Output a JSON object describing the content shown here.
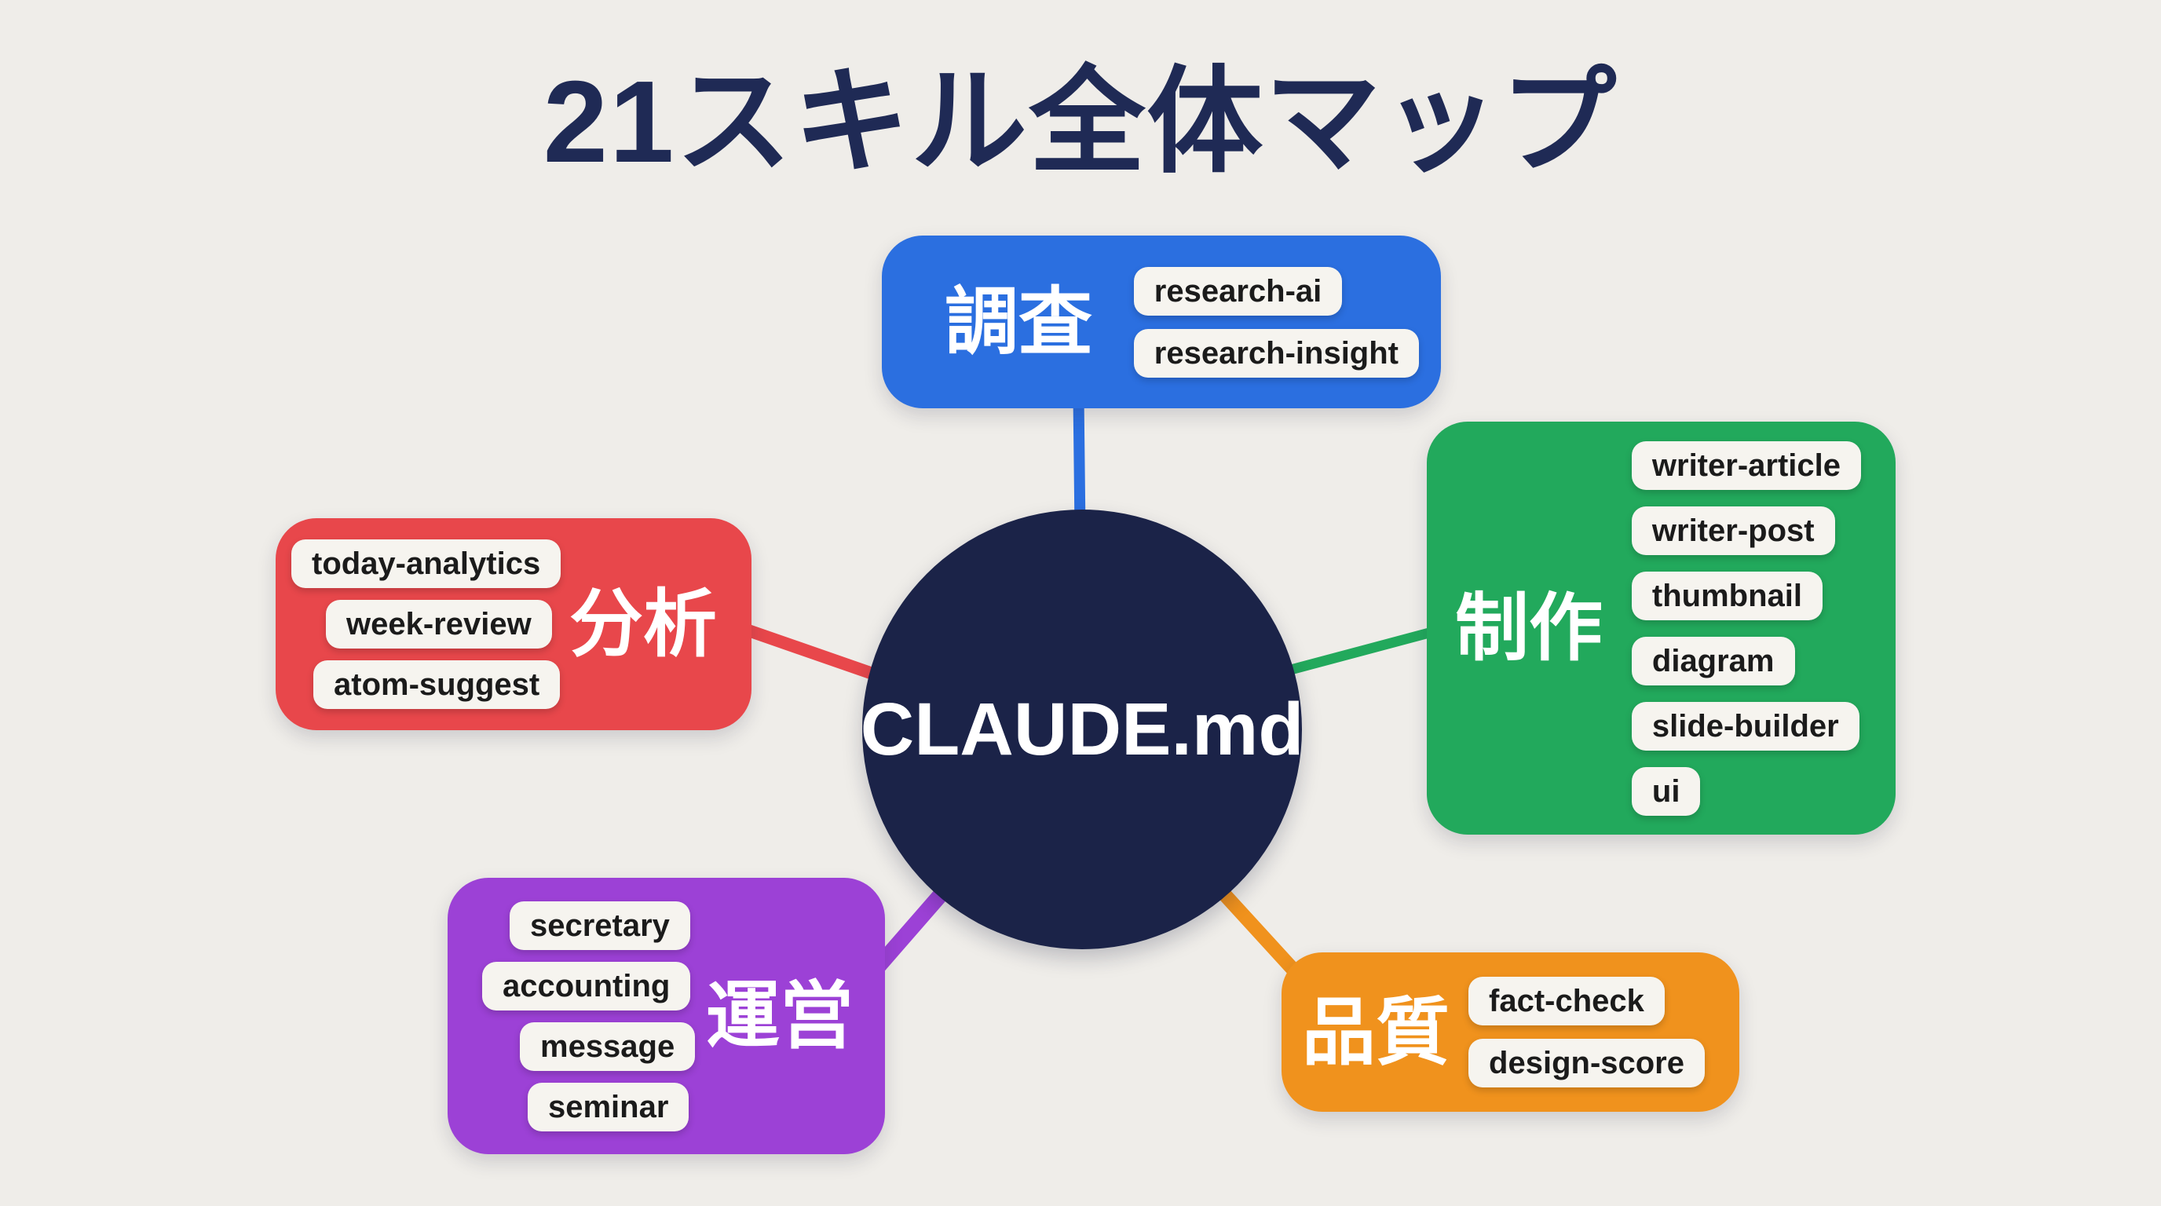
{
  "title": "21スキル全体マップ",
  "center": {
    "label": "CLAUDE.md"
  },
  "palette": {
    "background": "#EFEDE9",
    "title_text": "#1F2A55",
    "center_fill": "#1B2348",
    "center_text": "#FFFFFF",
    "pill_bg": "#F6F4EF",
    "pill_text": "#1B1B1B"
  },
  "groups": [
    {
      "id": "research",
      "label": "調査",
      "color": "#2B6FE0",
      "skills": [
        "research-ai",
        "research-insight"
      ]
    },
    {
      "id": "production",
      "label": "制作",
      "color": "#22A95C",
      "skills": [
        "writer-article",
        "writer-post",
        "thumbnail",
        "diagram",
        "slide-builder",
        "ui"
      ]
    },
    {
      "id": "analysis",
      "label": "分析",
      "color": "#E8474B",
      "skills": [
        "today-analytics",
        "week-review",
        "atom-suggest"
      ]
    },
    {
      "id": "operations",
      "label": "運営",
      "color": "#9C41D6",
      "skills": [
        "secretary",
        "accounting",
        "message",
        "seminar"
      ]
    },
    {
      "id": "quality",
      "label": "品質",
      "color": "#F0921D",
      "skills": [
        "fact-check",
        "design-score"
      ]
    }
  ]
}
